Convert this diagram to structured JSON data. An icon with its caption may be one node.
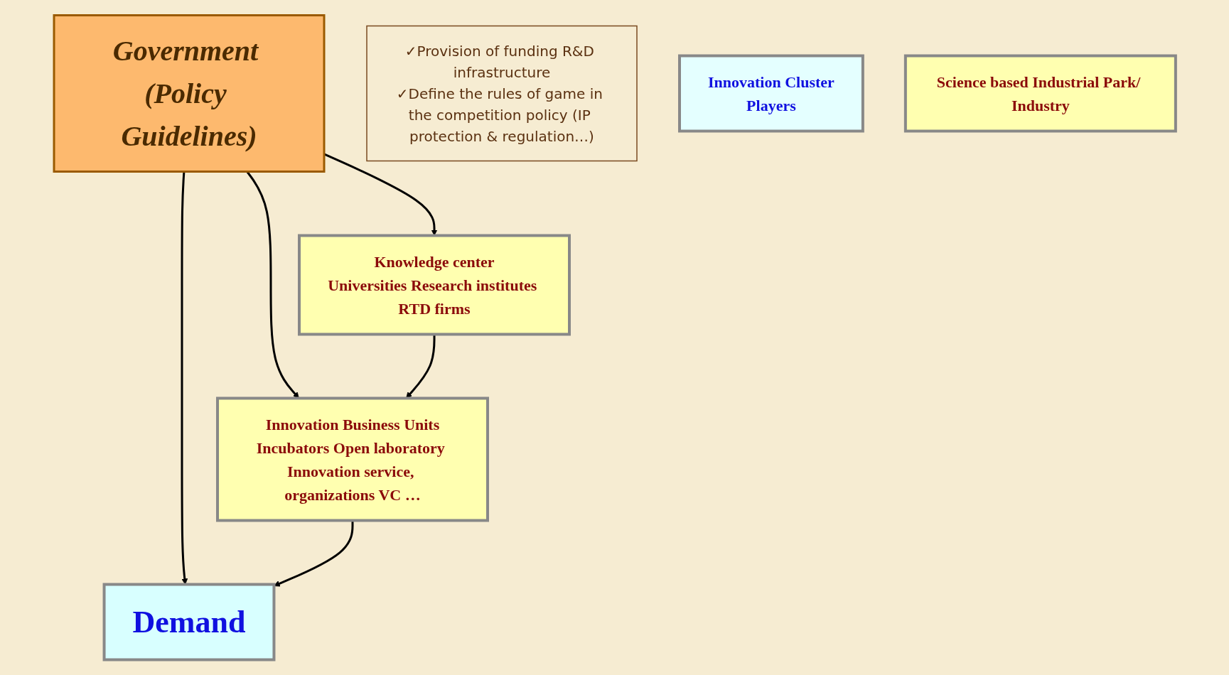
{
  "diagram": {
    "nodes": [
      {
        "text": [
          "Government (Policy Guidelines)"
        ]
      },
      {
        "text": [
          "✓Provision of funding R&D infrastructure",
          "✓Define the rules of game in the competition policy (IP protection & regulation…)"
        ]
      },
      {
        "text": [
          "Innovation Cluster",
          "Players"
        ]
      },
      {
        "text": [
          "Knowledge center",
          "Universities Research institutes RTD firms"
        ]
      },
      {
        "text": [
          "Innovation Business Units",
          "Incubators Open laboratory Innovation service, organizations VC …"
        ]
      },
      {
        "text": [
          "Demand"
        ]
      },
      {
        "text": [
          "Science based Industrial Park/ Industry"
        ]
      }
    ],
    "edges": [
      {
        "from": 0,
        "to": 3,
        "arrow": "to"
      },
      {
        "from": 0,
        "to": 4,
        "arrow": "to"
      },
      {
        "from": 0,
        "to": 5,
        "arrow": "to"
      },
      {
        "from": 3,
        "to": 4,
        "arrow": "to"
      },
      {
        "from": 4,
        "to": 5,
        "arrow": "to"
      }
    ]
  }
}
